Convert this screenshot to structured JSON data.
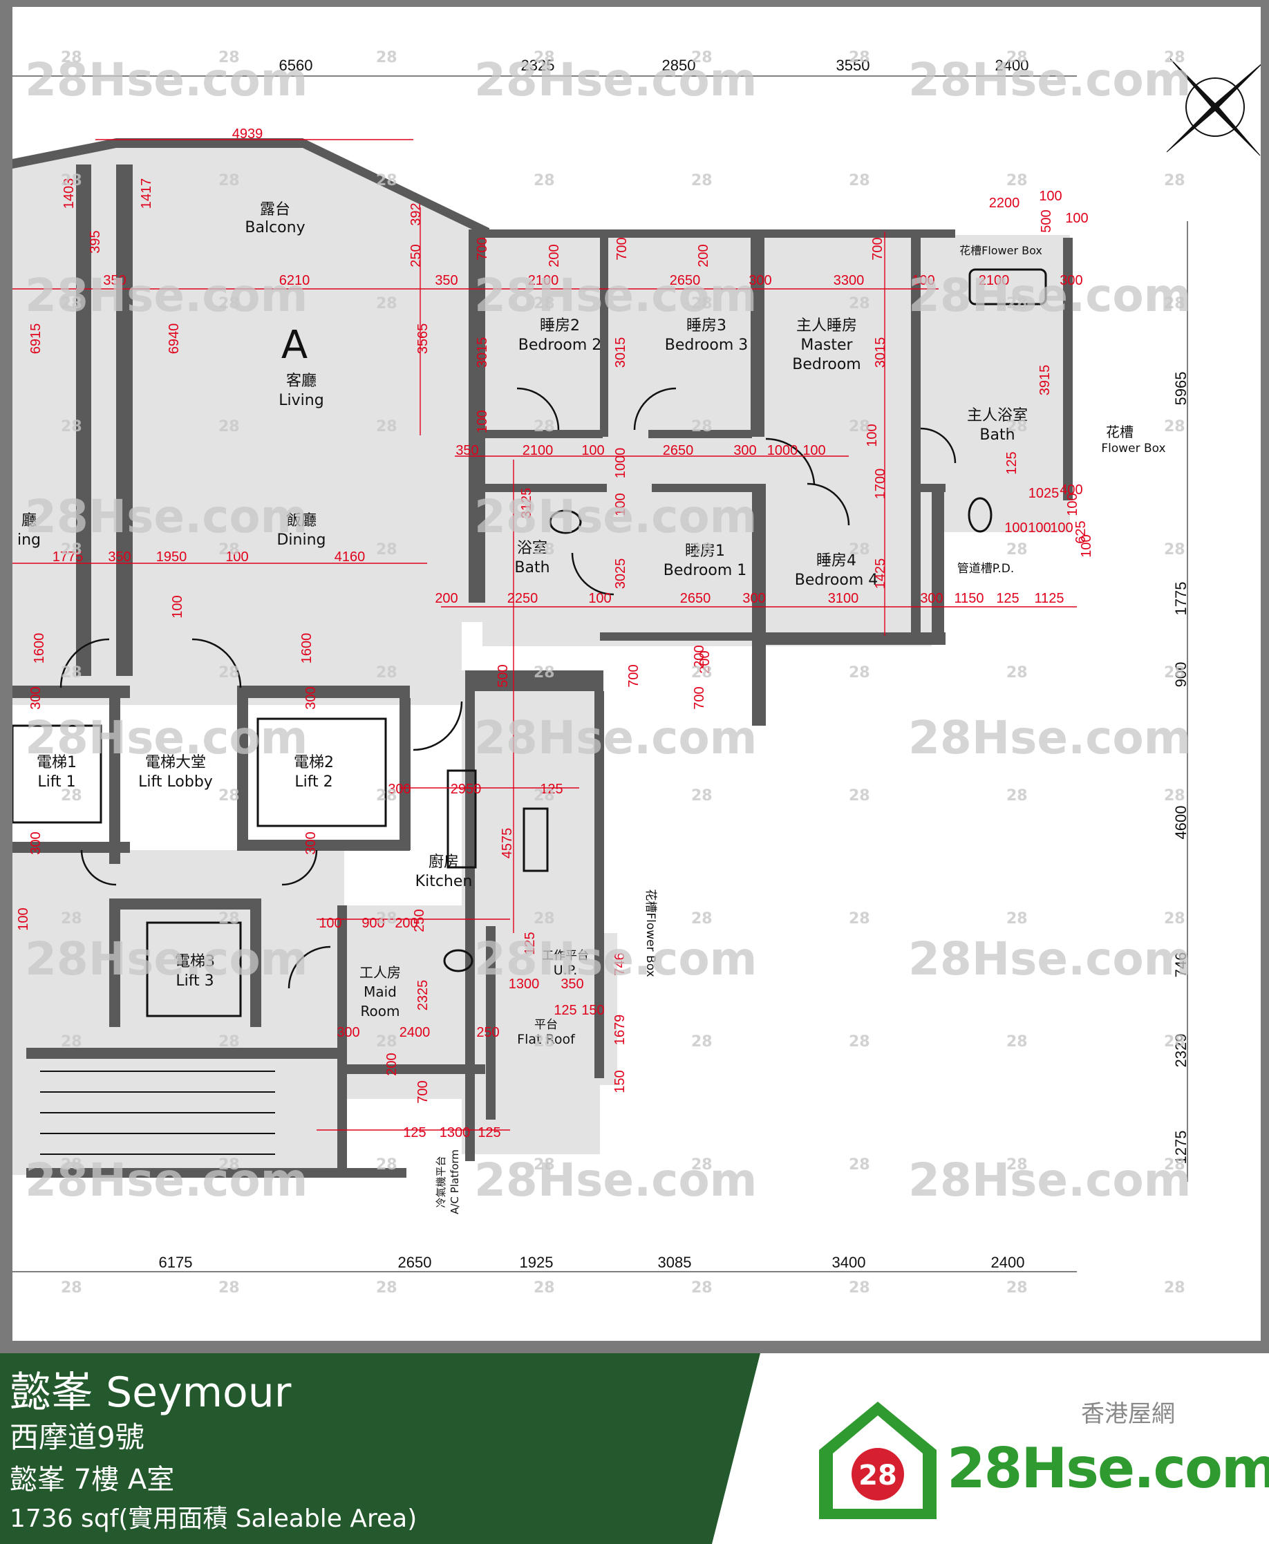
{
  "watermark": {
    "text": "28Hse.com",
    "badge": "28"
  },
  "rooms": {
    "unit_letter": "A",
    "balcony_cn": "露台",
    "balcony_en": "Balcony",
    "living_cn": "客廳",
    "living_en": "Living",
    "dining_cn": "飯廳",
    "dining_en": "Dining",
    "dining_left_cn": "廳",
    "dining_left_en": "ing",
    "bedroom2_cn": "睡房2",
    "bedroom2_en": "Bedroom 2",
    "bedroom3_cn": "睡房3",
    "bedroom3_en": "Bedroom 3",
    "master_cn": "主人睡房",
    "master_en1": "Master",
    "master_en2": "Bedroom",
    "master_bath_cn": "主人浴室",
    "master_bath_en": "Bath",
    "flower_box_top": "花槽Flower Box",
    "flower_box_right_cn": "花槽",
    "flower_box_right_en": "Flower Box",
    "bath_cn": "浴室",
    "bath_en": "Bath",
    "bedroom1_cn": "睡房1",
    "bedroom1_en": "Bedroom 1",
    "bedroom4_cn": "睡房4",
    "bedroom4_en": "Bedroom 4",
    "pd": "管道槽P.D.",
    "lift1_cn": "電梯1",
    "lift1_en": "Lift 1",
    "lobby_cn": "電梯大堂",
    "lobby_en": "Lift Lobby",
    "lift2_cn": "電梯2",
    "lift2_en": "Lift 2",
    "lift3_cn": "電梯3",
    "lift3_en": "Lift 3",
    "kitchen_cn": "廚房",
    "kitchen_en": "Kitchen",
    "maid_cn": "工人房",
    "maid_en1": "Maid",
    "maid_en2": "Room",
    "up_cn": "工作平台",
    "up_en": "U.P.",
    "flat_roof_cn": "平台",
    "flat_roof_en": "Flat Roof",
    "flower_box_mid": "花槽Flower Box",
    "ac_platform_cn": "冷氣機平台",
    "ac_platform_en": "A/C Platform"
  },
  "dimensions": {
    "top": [
      "6560",
      "2325",
      "2850",
      "3550",
      "2400"
    ],
    "bottom": [
      "6175",
      "2650",
      "1925",
      "3085",
      "3400",
      "2400"
    ],
    "right": [
      "5965",
      "1775",
      "900",
      "4600",
      "746",
      "2329",
      "1275"
    ],
    "red": [
      "4939",
      "1403",
      "1417",
      "395",
      "392",
      "2200",
      "100",
      "500",
      "100",
      "350",
      "6210",
      "350",
      "250",
      "700",
      "200",
      "2100",
      "700",
      "200",
      "2650",
      "700",
      "300",
      "3300",
      "100",
      "2100",
      "300",
      "6915",
      "6940",
      "3565",
      "100",
      "3015",
      "3015",
      "3015",
      "3915",
      "100",
      "350",
      "2100",
      "100",
      "2650",
      "300",
      "1000",
      "100",
      "1000",
      "100",
      "1700",
      "125",
      "1025",
      "400",
      "100",
      "100",
      "625",
      "100",
      "100",
      "100",
      "3125",
      "3025",
      "1425",
      "1775",
      "350",
      "1950",
      "100",
      "4160",
      "200",
      "2250",
      "100",
      "2650",
      "300",
      "3100",
      "300",
      "1150",
      "125",
      "1125",
      "100",
      "1600",
      "1600",
      "200",
      "700",
      "700",
      "500",
      "200",
      "300",
      "300",
      "300",
      "2950",
      "125",
      "4575",
      "300",
      "300",
      "100",
      "900",
      "200",
      "250",
      "125",
      "746",
      "100",
      "2325",
      "1300",
      "350",
      "125",
      "150",
      "1679",
      "300",
      "2400",
      "250",
      "200",
      "700",
      "150",
      "125",
      "1300",
      "125"
    ]
  },
  "info": {
    "estate": "懿峯 Seymour",
    "address": "西摩道9號",
    "unit": "懿峯 7樓 A室",
    "area": "1736 sqf(實用面積 Saleable Area)"
  },
  "brand": {
    "cn": "香港屋網",
    "badge": "28",
    "text": "28Hse.com"
  },
  "colors": {
    "wall": "#5a5a5a",
    "room_fill": "#e3e3e3",
    "dim_red": "#e0001b",
    "band_green": "#24592e",
    "brand_green": "#2f9a2f",
    "brand_red": "#d6202f"
  }
}
